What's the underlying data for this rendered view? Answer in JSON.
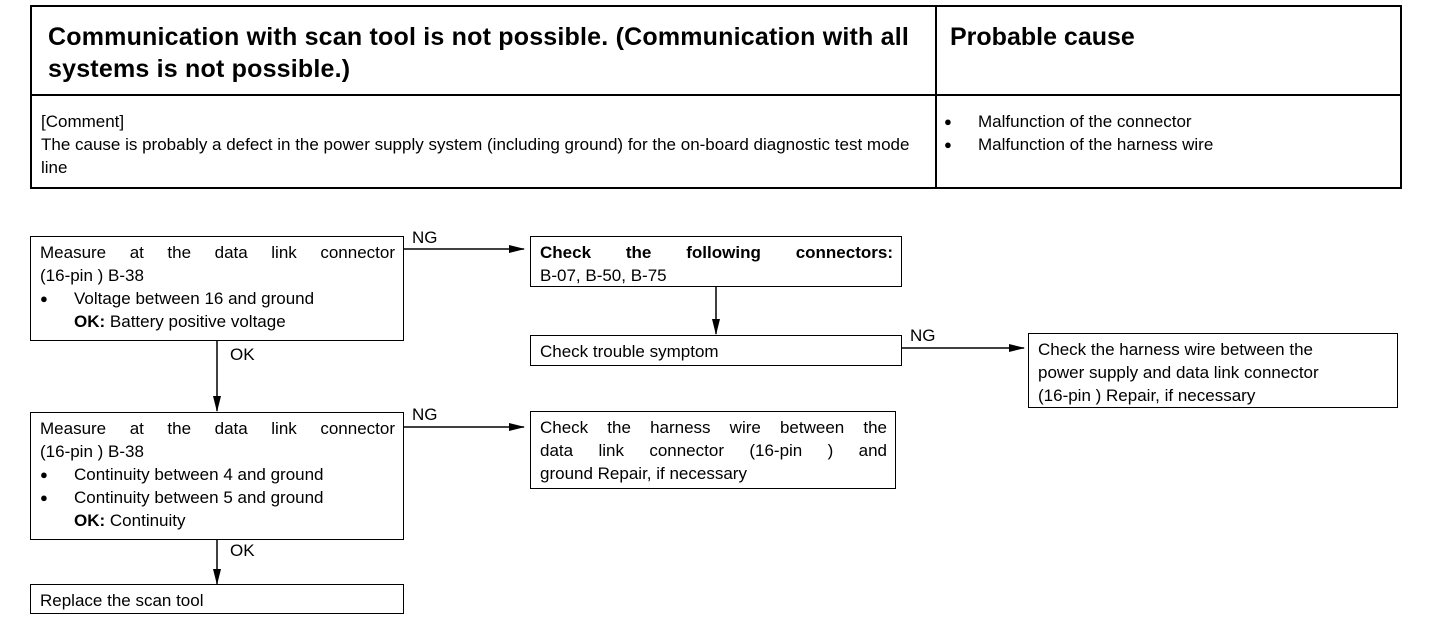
{
  "header": {
    "title": "Communication with scan tool is not possible. (Communication with all systems is not possible.)",
    "cause_title": "Probable cause",
    "comment_label": "[Comment]",
    "comment_text": "The cause is probably a defect in the power supply system (including ground) for the on-board diagnostic test mode line",
    "causes": [
      "Malfunction of the connector",
      "Malfunction of the harness wire"
    ]
  },
  "flow": {
    "step1": {
      "line1": "Measure at the data link connector",
      "line2": "(16-pin ) B-38",
      "bullet1": "Voltage between 16 and ground",
      "ok_label": "OK:",
      "ok_text": "Battery positive voltage"
    },
    "step1_ng": {
      "title": "Check the following connectors:",
      "text": "B-07, B-50, B-75"
    },
    "trouble": {
      "text": "Check trouble symptom"
    },
    "trouble_ng": {
      "line1": "Check the harness wire between the",
      "line2": "power supply and data link connector",
      "line3": "(16-pin )  Repair, if necessary"
    },
    "step2": {
      "line1": "Measure at the data link connector",
      "line2": "(16-pin ) B-38",
      "bullet1": "Continuity between 4 and ground",
      "bullet2": "Continuity between 5 and ground",
      "ok_label": "OK:",
      "ok_text": "Continuity"
    },
    "step2_ng": {
      "line1": "Check the harness wire between the",
      "line2": "data link connector (16-pin ) and",
      "line3": "ground  Repair, if necessary"
    },
    "final": {
      "text": "Replace the scan tool"
    },
    "labels": {
      "ng": "NG",
      "ok": "OK"
    }
  }
}
